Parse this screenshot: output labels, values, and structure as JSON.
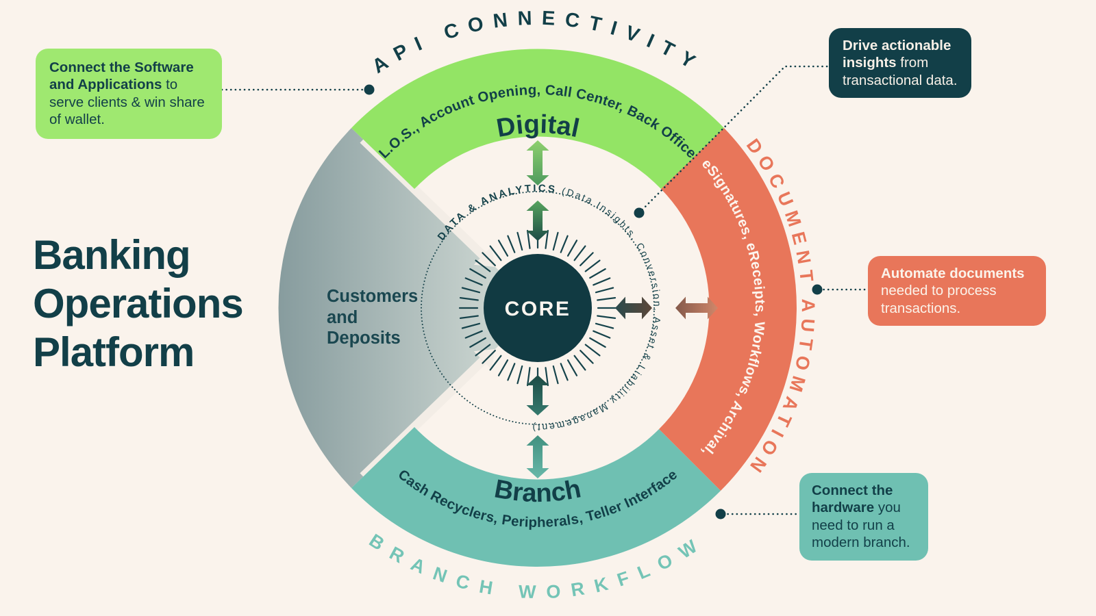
{
  "page_title_lines": [
    "Banking",
    "Operations",
    "Platform"
  ],
  "diagram": {
    "core_label": "CORE",
    "analytics_ring": {
      "bold": "DATA & ANALYTICS ",
      "rest": "(Data Insights, Conversion, Asset & Liability Management)"
    },
    "segments": {
      "digital": {
        "arc_label": "API CONNECTIVITY",
        "band_label": "Digital",
        "band_items": "L.O.S., Account Opening, Call Center, Back Office",
        "color": "#93e465"
      },
      "document_automation": {
        "arc_label": "DOCUMENT AUTOMATION",
        "band_items": "eSignatures, eReceipts, Workflows, Archival,",
        "color": "#e8765a"
      },
      "branch": {
        "arc_label": "BRANCH WORKFLOW",
        "band_label": "Branch",
        "band_items": "Cash Recyclers, Peripherals, Teller Interface",
        "color": "#6fc0b2"
      },
      "customers_deposits": {
        "label_lines": [
          "Customers",
          "and",
          "Deposits"
        ],
        "gradient": [
          "#8ba1a2",
          "#d5ded9"
        ]
      }
    }
  },
  "callouts": {
    "api": {
      "bold": "Connect the Software and Applications",
      "rest": " to serve clients & win share of wallet.",
      "bg": "#9fe870"
    },
    "insights": {
      "bold": "Drive actionable insights",
      "rest": " from transactional data.",
      "bg": "#123f48"
    },
    "documents": {
      "bold": "Automate documents",
      "rest": " needed to process transactions.",
      "bg": "#e8765a"
    },
    "hardware": {
      "bold": "Connect the hardware",
      "rest": " you need to run a modern branch.",
      "bg": "#6fc0b2"
    }
  },
  "colors": {
    "background": "#faf3ec",
    "ink": "#123f48",
    "cream_text": "#f7f0e7"
  }
}
